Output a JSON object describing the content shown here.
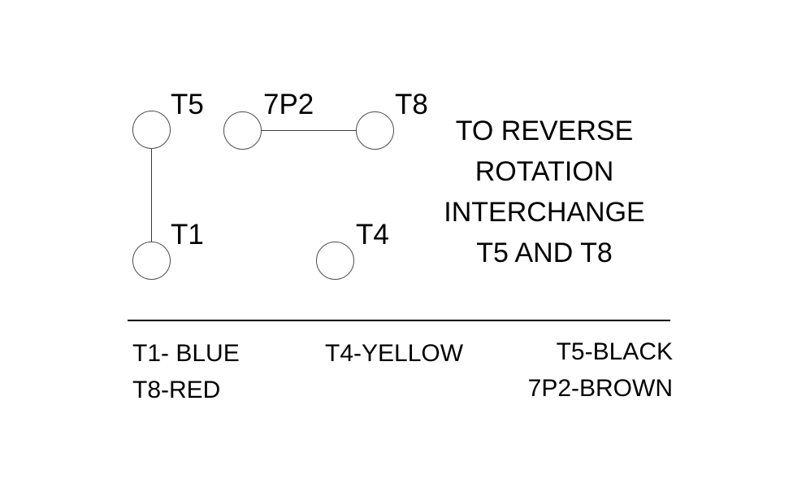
{
  "diagram": {
    "terminals": {
      "t5": "T5",
      "p7p2": "7P2",
      "t8": "T8",
      "t1": "T1",
      "t4": "T4"
    },
    "connections": [
      {
        "from": "T5",
        "to": "T1"
      },
      {
        "from": "7P2",
        "to": "T8"
      }
    ],
    "instruction": {
      "line1": "TO REVERSE",
      "line2": "ROTATION",
      "line3": "INTERCHANGE",
      "line4": "T5 AND T8"
    }
  },
  "legend": {
    "col1_row1": "T1- BLUE",
    "col1_row2": "T8-RED",
    "col2_row1": "T4-YELLOW",
    "col3_row1": "T5-BLACK",
    "col3_row2": "7P2-BROWN"
  },
  "colors": {
    "background": "#ffffff",
    "text": "#000000",
    "circle_stroke": "#4d4d4d",
    "connector_line": "#3a3a3a",
    "divider": "#000000"
  }
}
